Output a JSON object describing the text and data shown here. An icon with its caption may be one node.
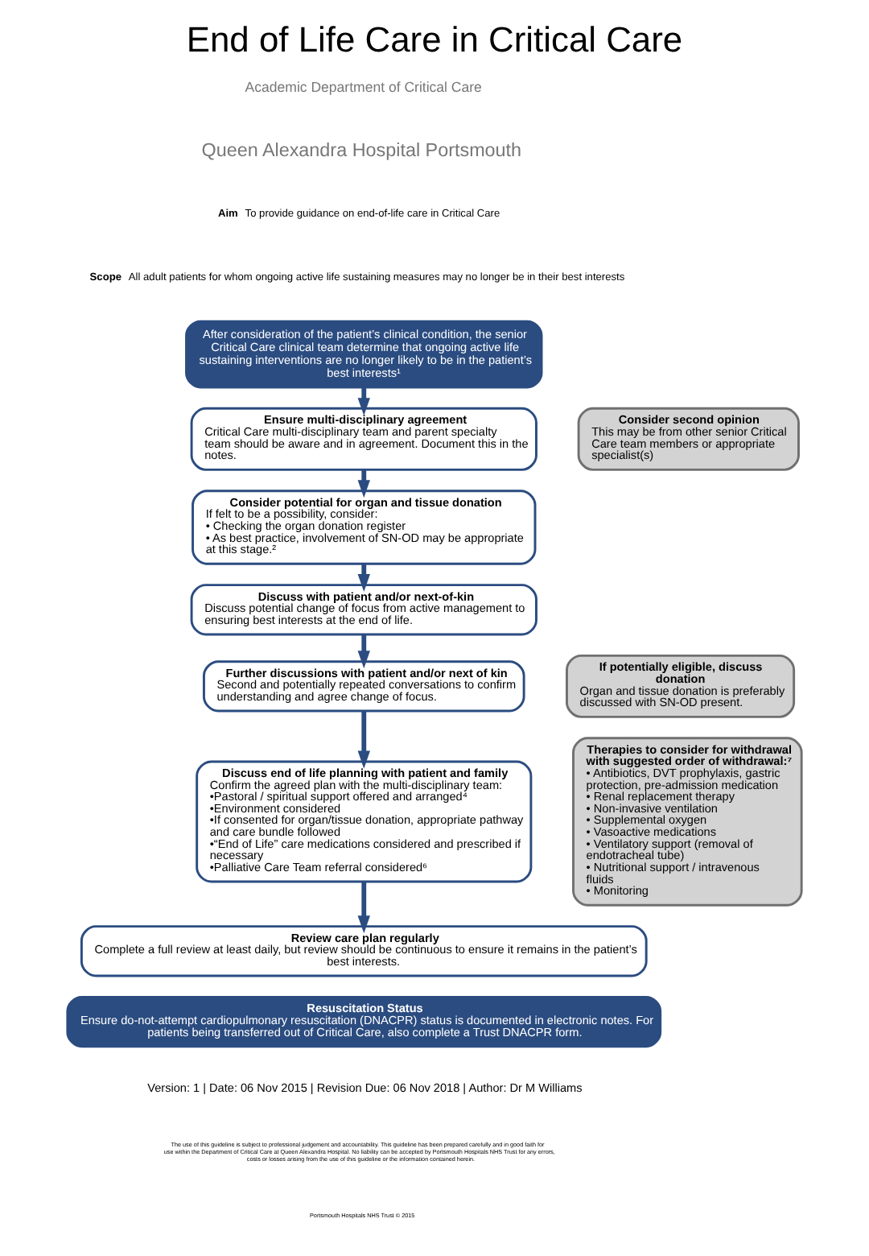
{
  "diagram": {
    "title": "End of Life Care in Critical Care",
    "nodes": [
      {
        "text": [
          "After consideration of the patient’s clinical condition, the senior Critical Care clinical team determine that ongoing active life sustaining interventions are no longer likely to be in the patient’s best interests¹"
        ]
      },
      {
        "text": [
          "Ensure multi-disciplinary agreement",
          "Critical Care multi-disciplinary team and parent specialty team should be aware and in agreement. Document this in the notes."
        ]
      },
      {
        "text": [
          "Consider second opinion",
          "This may be from other senior Critical Care team members or appropriate specialist(s)"
        ]
      },
      {
        "text": [
          "Consider potential for organ and tissue donation",
          "If felt to be a possibility, consider:",
          "• Checking the organ donation register",
          "• As best practice, involvement of SN-OD may be appropriate at this stage.²"
        ]
      },
      {
        "text": [
          "Discuss with patient and/or next-of-kin",
          "Discuss potential change of focus from active management to ensuring best interests at the end of life."
        ]
      },
      {
        "text": [
          "Further discussions with patient and/or next of kin",
          "Second and potentially repeated conversations to confirm understanding and agree change of focus."
        ]
      },
      {
        "text": [
          "If potentially eligible, discuss donation",
          "Organ and tissue donation is preferably discussed with SN-OD present."
        ]
      },
      {
        "text": [
          "Discuss end of life planning with patient and family",
          "Confirm the agreed plan with the multi-disciplinary team:",
          "•Pastoral / spiritual support offered and arranged⁴",
          "•Environment considered",
          "•If consented for organ/tissue donation, appropriate pathway and care bundle followed",
          "•“End of Life” care medications considered and prescribed if necessary",
          "•Palliative Care Team referral considered⁶"
        ]
      },
      {
        "text": [
          "Therapies to consider for withdrawal with suggested order of withdrawal:⁷",
          "• Antibiotics, DVT prophylaxis, gastric protection, pre-admission medication",
          "• Renal replacement therapy",
          "• Non-invasive ventilation",
          "• Supplemental oxygen",
          "• Vasoactive medications",
          "• Ventilatory support (removal of endotracheal tube)",
          "• Nutritional support / intravenous fluids",
          "• Monitoring"
        ]
      },
      {
        "text": [
          "Review care plan regularly",
          "Complete a full review at least daily, but review should be continuous to ensure it remains in the patient’s best interests."
        ]
      },
      {
        "text": [
          "Resuscitation Status",
          "Ensure do-not-attempt cardiopulmonary resuscitation (DNACPR) status is documented in electronic notes. For patients being transferred out of Critical Care, also complete a Trust DNACPR form."
        ]
      }
    ],
    "edges": [
      {
        "from": 0,
        "to": 1,
        "arrow": "to"
      },
      {
        "from": 1,
        "to": 3,
        "arrow": "to"
      },
      {
        "from": 3,
        "to": 4,
        "arrow": "to"
      },
      {
        "from": 4,
        "to": 5,
        "arrow": "to"
      },
      {
        "from": 5,
        "to": 7,
        "arrow": "to"
      },
      {
        "from": 7,
        "to": 9,
        "arrow": "to"
      }
    ],
    "labels": [
      "Academic Department of Critical Care",
      "Queen Alexandra Hospital Portsmouth",
      "Aim",
      "To provide guidance on end-of-life care in Critical Care",
      "Scope",
      "All adult patients for whom ongoing active life sustaining measures may no longer be in their best interests",
      "Version: 1 | Date: 06 Nov 2015 | Revision Due: 06 Nov 2018 | Author: Dr M Williams",
      "The use of this guideline is subject to professional judgement and accountability. This guideline has been prepared carefully and in good faith for use within the Department of Critical Care at Queen Alexandra Hospital. No liability can be accepted by Portsmouth Hospitals NHS Trust for any errors, costs or losses arising from the use of this guideline or the information contained herein.",
      "Portsmouth Hospitals NHS Trust © 2015"
    ]
  }
}
